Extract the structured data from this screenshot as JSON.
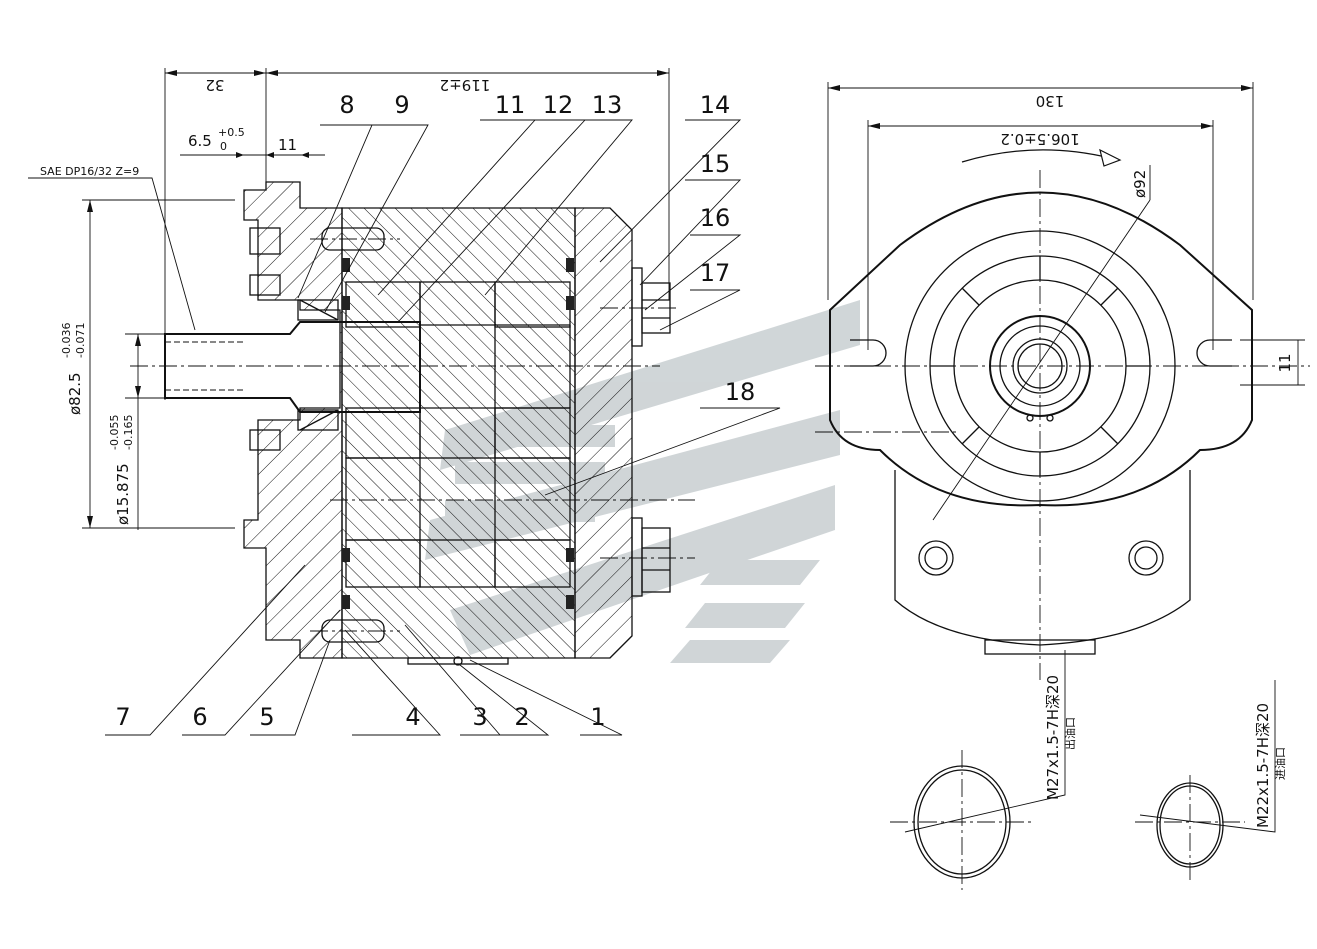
{
  "section_view": {
    "dimensions": {
      "flange_length": "32",
      "body_length": "119±2",
      "shaft_step": "6.5",
      "shaft_step_tol_upper": "+0.5",
      "shaft_step_tol_lower": "0",
      "key_length": "11",
      "spline_spec": "SAE DP16/32 Z=9",
      "pilot_diameter": "ø82.5",
      "pilot_tol_upper": "-0.036",
      "pilot_tol_lower": "-0.071",
      "shaft_diameter": "ø15.875",
      "shaft_tol_upper": "-0.055",
      "shaft_tol_lower": "-0.165"
    },
    "part_numbers": [
      "1",
      "2",
      "3",
      "4",
      "5",
      "6",
      "7",
      "8",
      "9",
      "11",
      "12",
      "13",
      "14",
      "15",
      "16",
      "17",
      "18"
    ]
  },
  "front_view": {
    "dimensions": {
      "overall_width": "130",
      "bolt_spacing": "106.5±0.2",
      "bolt_circle": "ø92",
      "slot_width": "11"
    },
    "ports": {
      "outlet_thread": "M27x1.5-7H深20",
      "outlet_label": "出油口",
      "inlet_thread": "M22x1.5-7H深20",
      "inlet_label": "进油口"
    }
  },
  "colors": {
    "line": "#111111",
    "watermark": "#aab4b8"
  }
}
